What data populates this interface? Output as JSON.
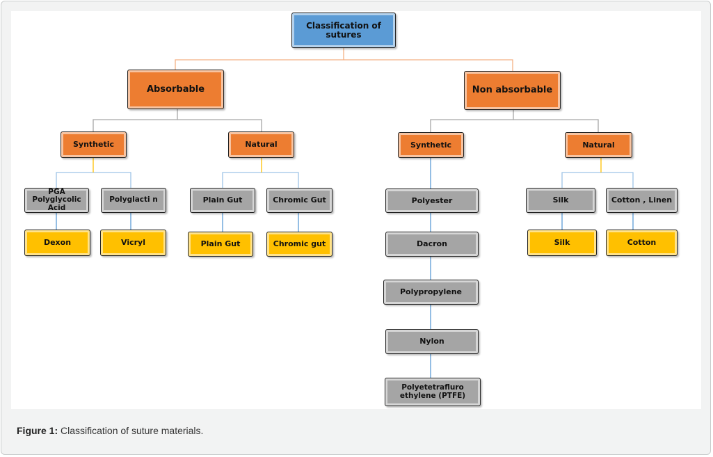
{
  "caption": {
    "label": "Figure 1:",
    "text": "Classification of suture materials."
  },
  "colors": {
    "root": "#5b9bd5",
    "category": "#ed7d31",
    "material": "#a5a5a5",
    "brand": "#ffc000",
    "line_gray": "#a6a6a6",
    "line_orange": "#f4b183",
    "line_blue": "#5b9bd5",
    "line_yellow": "#ffc000"
  },
  "nodes": {
    "root": "Classification of sutures",
    "absorbable": "Absorbable",
    "non_absorbable": "Non absorbable",
    "abs_synthetic": "Synthetic",
    "abs_natural": "Natural",
    "non_synthetic": "Synthetic",
    "non_natural": "Natural",
    "pga": "PGA Polyglycolic Acid",
    "polyglactin": "Polyglacti n",
    "plain_gut": "Plain Gut",
    "chromic_gut": "Chromic Gut",
    "dexon": "Dexon",
    "vicryl": "Vicryl",
    "plain_gut_brand": "Plain Gut",
    "chromic_gut_brand": "Chromic gut",
    "polyester": "Polyester",
    "dacron": "Dacron",
    "polypropylene": "Polypropylene",
    "nylon": "Nylon",
    "ptfe": "Polyetetrafluro ethylene (PTFE)",
    "silk": "Silk",
    "cotton_linen": "Cotton , Linen",
    "silk_brand": "Silk",
    "cotton_brand": "Cotton"
  }
}
